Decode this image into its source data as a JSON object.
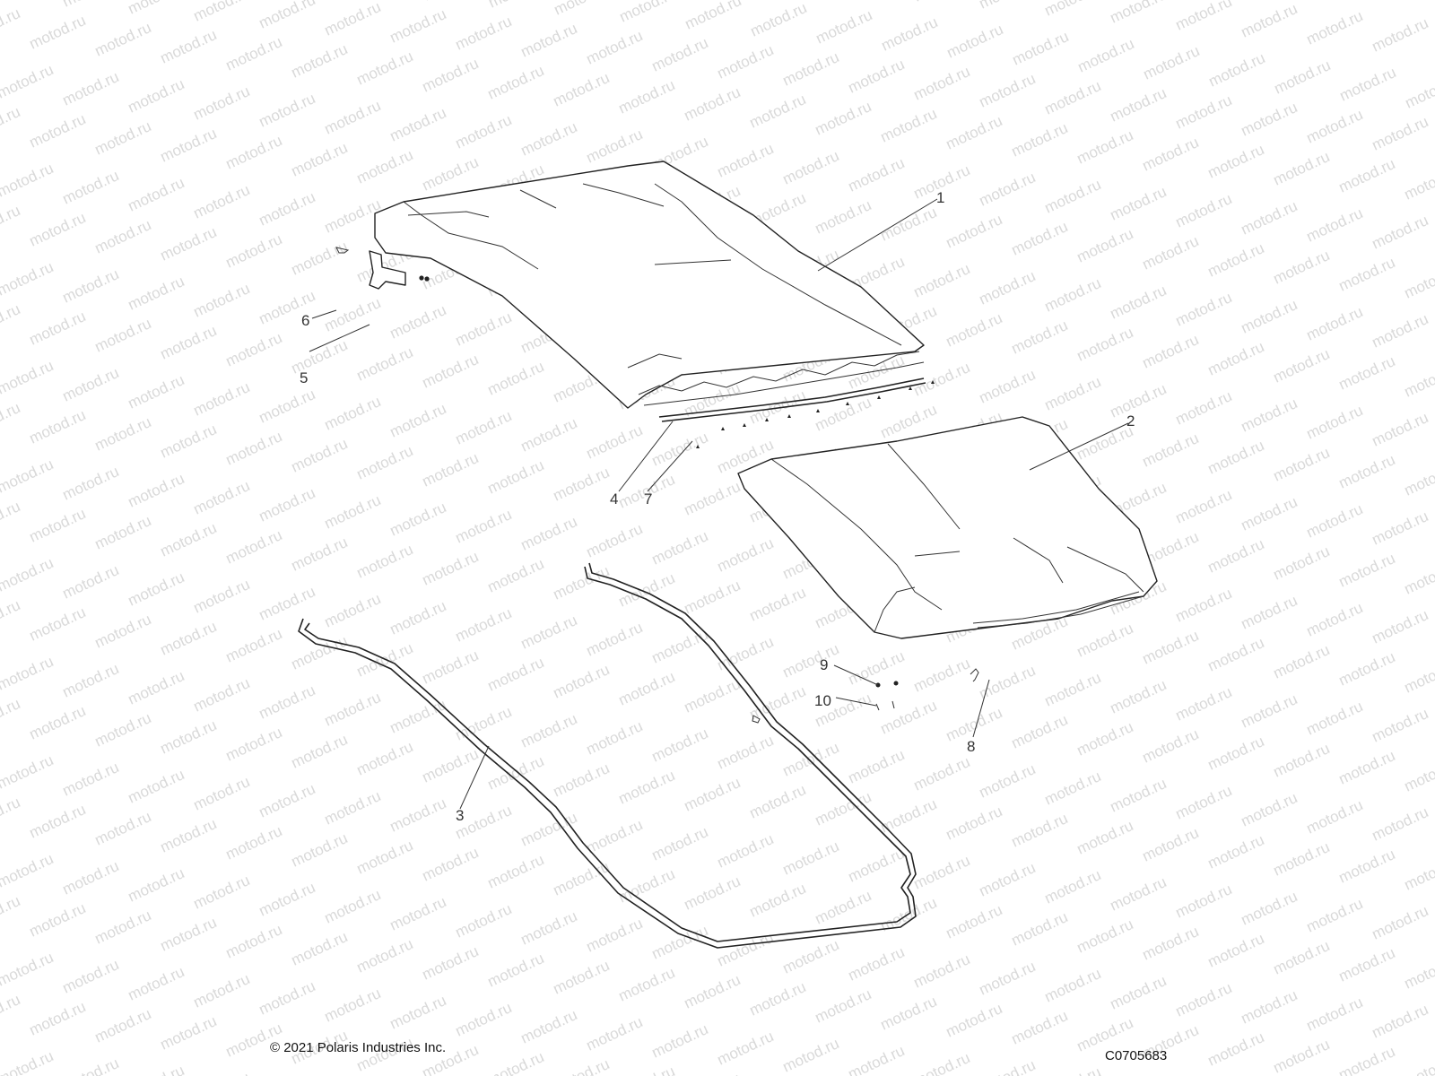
{
  "diagram": {
    "watermark": "motod.ru",
    "callouts": [
      {
        "id": "1",
        "label": "1"
      },
      {
        "id": "2",
        "label": "2"
      },
      {
        "id": "3",
        "label": "3"
      },
      {
        "id": "4",
        "label": "4"
      },
      {
        "id": "5",
        "label": "5"
      },
      {
        "id": "6",
        "label": "6"
      },
      {
        "id": "7",
        "label": "7"
      },
      {
        "id": "8",
        "label": "8"
      },
      {
        "id": "9",
        "label": "9"
      },
      {
        "id": "10",
        "label": "10"
      }
    ]
  },
  "footer": {
    "copyright": "© 2021 Polaris Industries Inc.",
    "drawing_number": "C0705683"
  }
}
